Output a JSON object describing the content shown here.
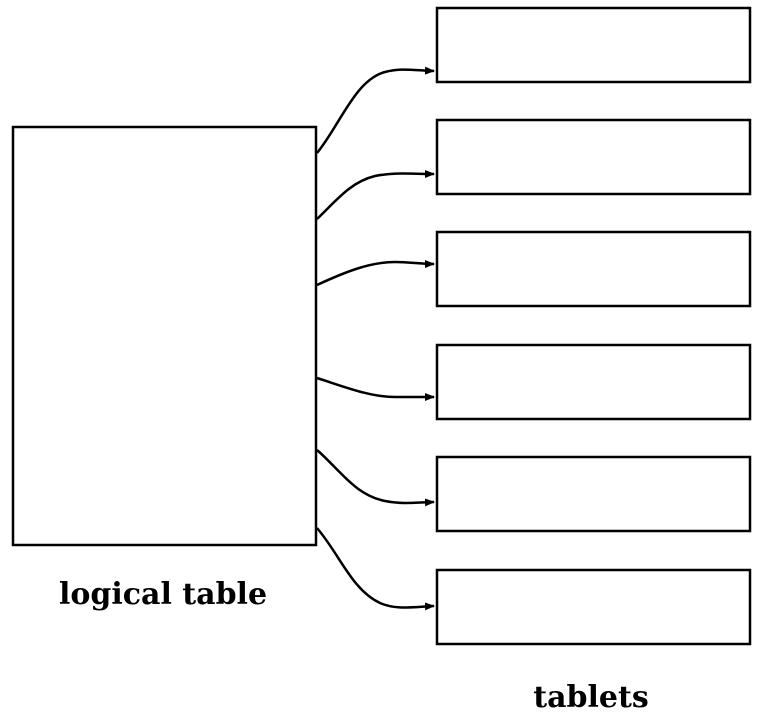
{
  "diagram": {
    "logical_table_label": "logical table",
    "tablets_label": "tablets",
    "tablet_count": 6,
    "stroke_color": "#000000",
    "fill_color": "#ffffff"
  }
}
